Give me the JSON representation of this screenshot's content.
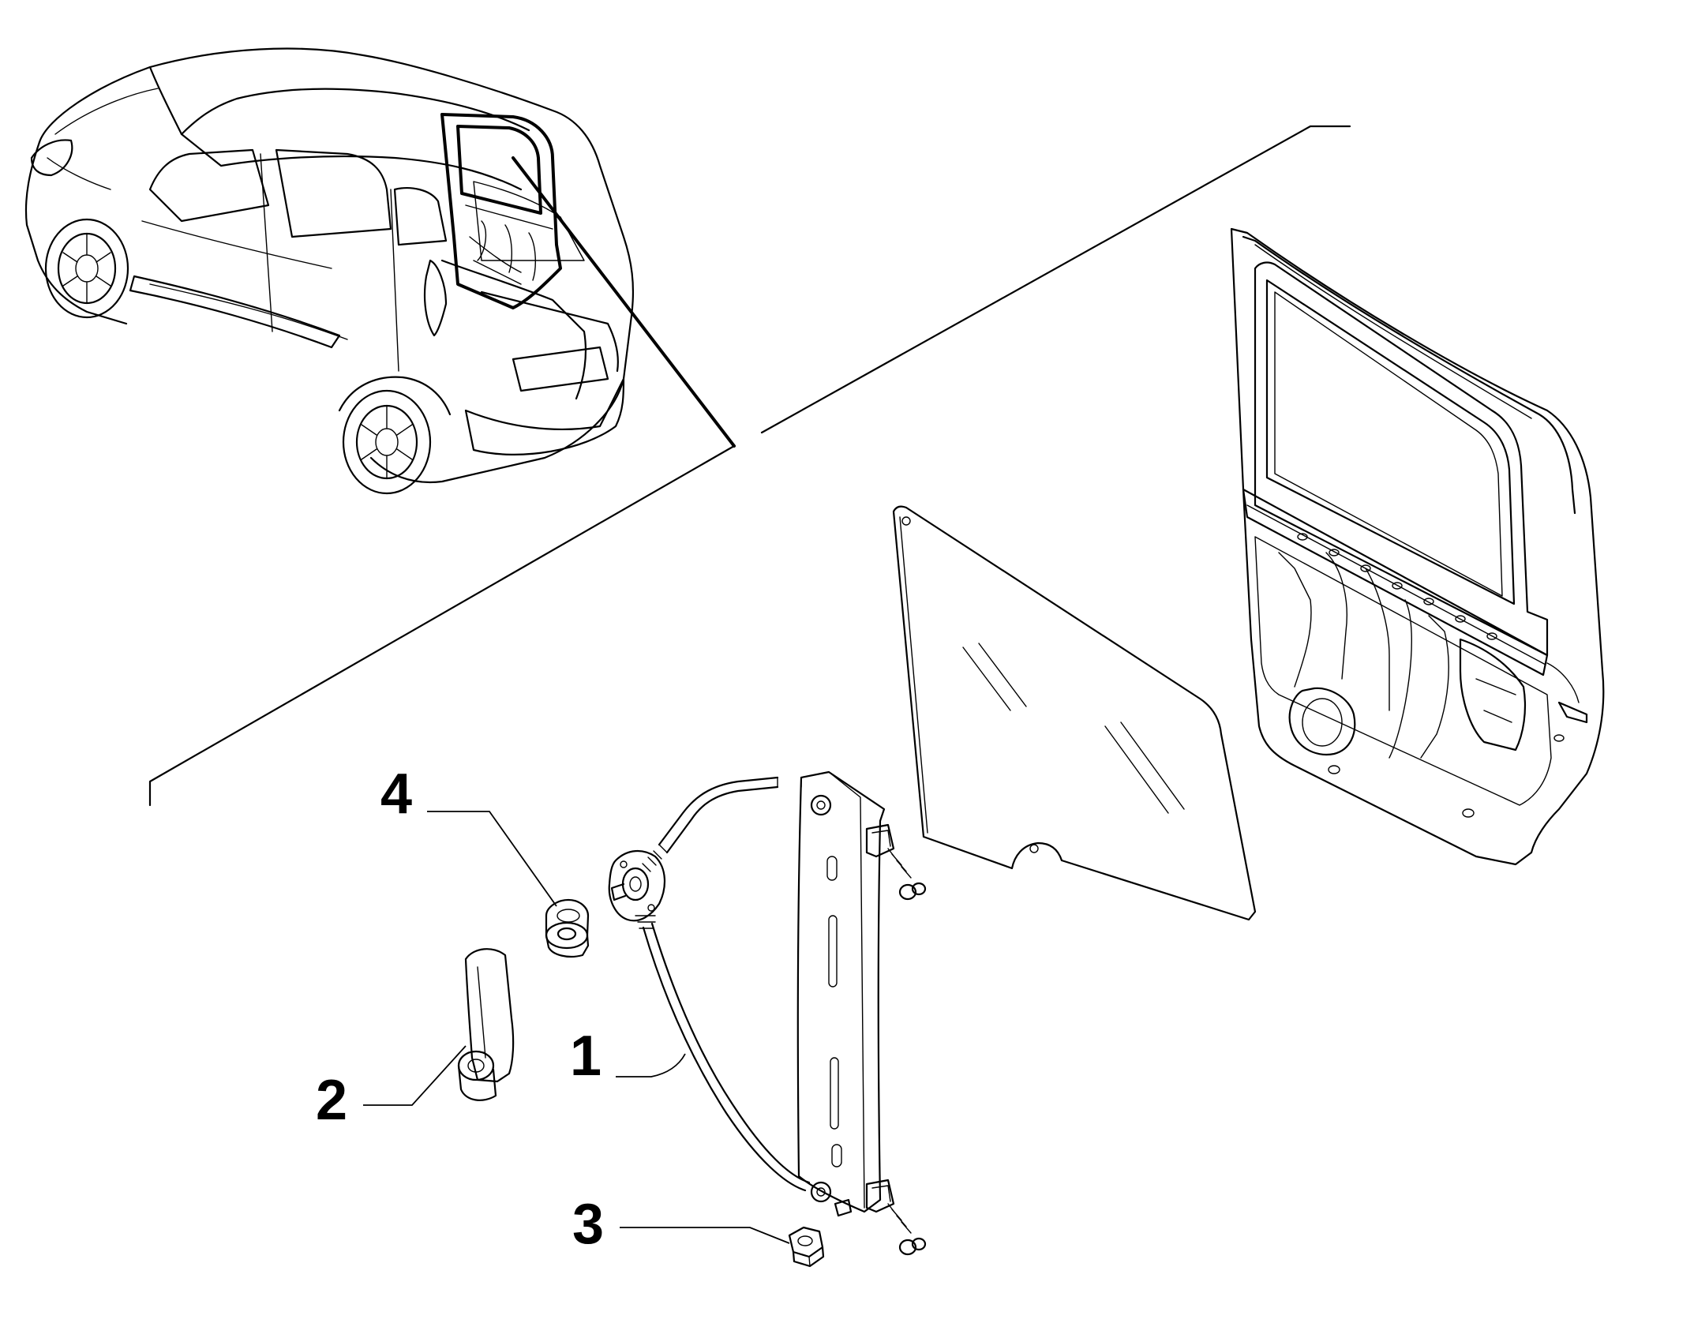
{
  "callouts": [
    {
      "id": "regulator",
      "label": "1"
    },
    {
      "id": "crank-handle",
      "label": "2"
    },
    {
      "id": "nut",
      "label": "3"
    },
    {
      "id": "bushing",
      "label": "4"
    }
  ],
  "colors": {
    "line": "#000000",
    "background": "#ffffff"
  }
}
